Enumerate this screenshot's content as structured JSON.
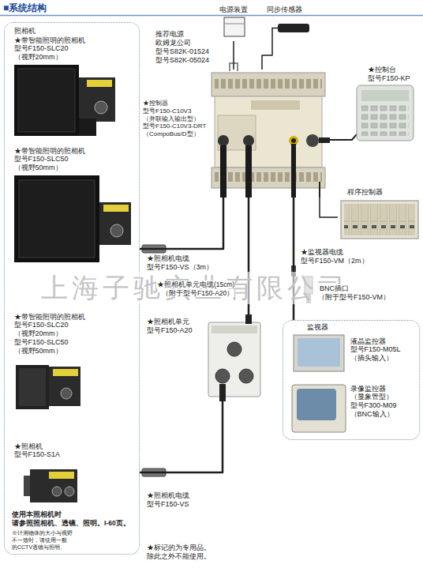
{
  "diagram": {
    "title": "■系统结构",
    "nodes": [
      {
        "text": [
          "照相机"
        ]
      },
      {
        "text": [
          "★带智能照明的照相机",
          "型号F150-SLC20",
          "（视野20mm）"
        ],
        "in": 0
      },
      {
        "text": [
          "★带智能照明的照相机",
          "型号F150-SLC50",
          "（视野50mm）"
        ],
        "in": 0
      },
      {
        "text": [
          "★带智能照明的照相机",
          "型号F150-SLC20",
          "（视野20mm）",
          "型号F150-SLC50",
          "（视野50mm）"
        ],
        "in": 0
      },
      {
        "text": [
          "★照相机",
          "型号F150-S1A"
        ],
        "in": 0
      },
      {
        "text": [
          "电源装置"
        ]
      },
      {
        "text": [
          "同步传感器"
        ]
      },
      {
        "text": [
          "★控制器",
          "型号F150-C10V3",
          "（并联输入输出型）",
          "型号F150-C10V3-DRT",
          "（CompoBus/D型）"
        ]
      },
      {
        "text": [
          "★控制台",
          "型号F150-KP"
        ]
      },
      {
        "text": [
          "程序控制器"
        ]
      },
      {
        "text": [
          "★照相机单元",
          "型号F150-A20"
        ]
      },
      {
        "text": [
          "监视器"
        ]
      },
      {
        "text": [
          "液晶监控器",
          "型号F150-M05L",
          "（插头输入）"
        ],
        "in": 11
      },
      {
        "text": [
          "录像监控器",
          "（显象管型）",
          "型号F300-M09",
          "（BNC输入）"
        ],
        "in": 11
      }
    ],
    "edges": [
      {
        "from": 7,
        "to": 0,
        "arrow": "none"
      },
      {
        "from": 7,
        "to": 10,
        "arrow": "none"
      },
      {
        "from": 10,
        "to": 0,
        "arrow": "none"
      },
      {
        "from": 7,
        "to": 11,
        "arrow": "none"
      },
      {
        "from": 5,
        "to": 7,
        "arrow": "none"
      },
      {
        "from": 6,
        "to": 7,
        "arrow": "none"
      },
      {
        "from": 8,
        "to": 7,
        "arrow": "none"
      },
      {
        "from": 7,
        "to": 9,
        "arrow": "none"
      }
    ],
    "labels": [
      "推荐电源",
      "欧姆龙公司",
      "型号S82K-01524",
      "型号S82K-05024",
      "★照相机电缆",
      "型号F150-VS（3m）",
      "★照相机单元电缆(15cm)",
      "（附于型号F150-A20）",
      "★监视器电缆",
      "型号F150-VM（2m）",
      "BNC插口",
      "（附于型号F150-VM）",
      "上海子驰实业有限公司",
      "★照相机电缆",
      "型号F150-VS",
      "使用本照相机时",
      "请参照照相机、透镜、照明。I-60页。",
      "※计测物体的大小与视野",
      "不一致时，请使用一般",
      "的CCTV透镜与照明。",
      "★标记的为专用品。",
      "除此之外不能使用。"
    ]
  }
}
